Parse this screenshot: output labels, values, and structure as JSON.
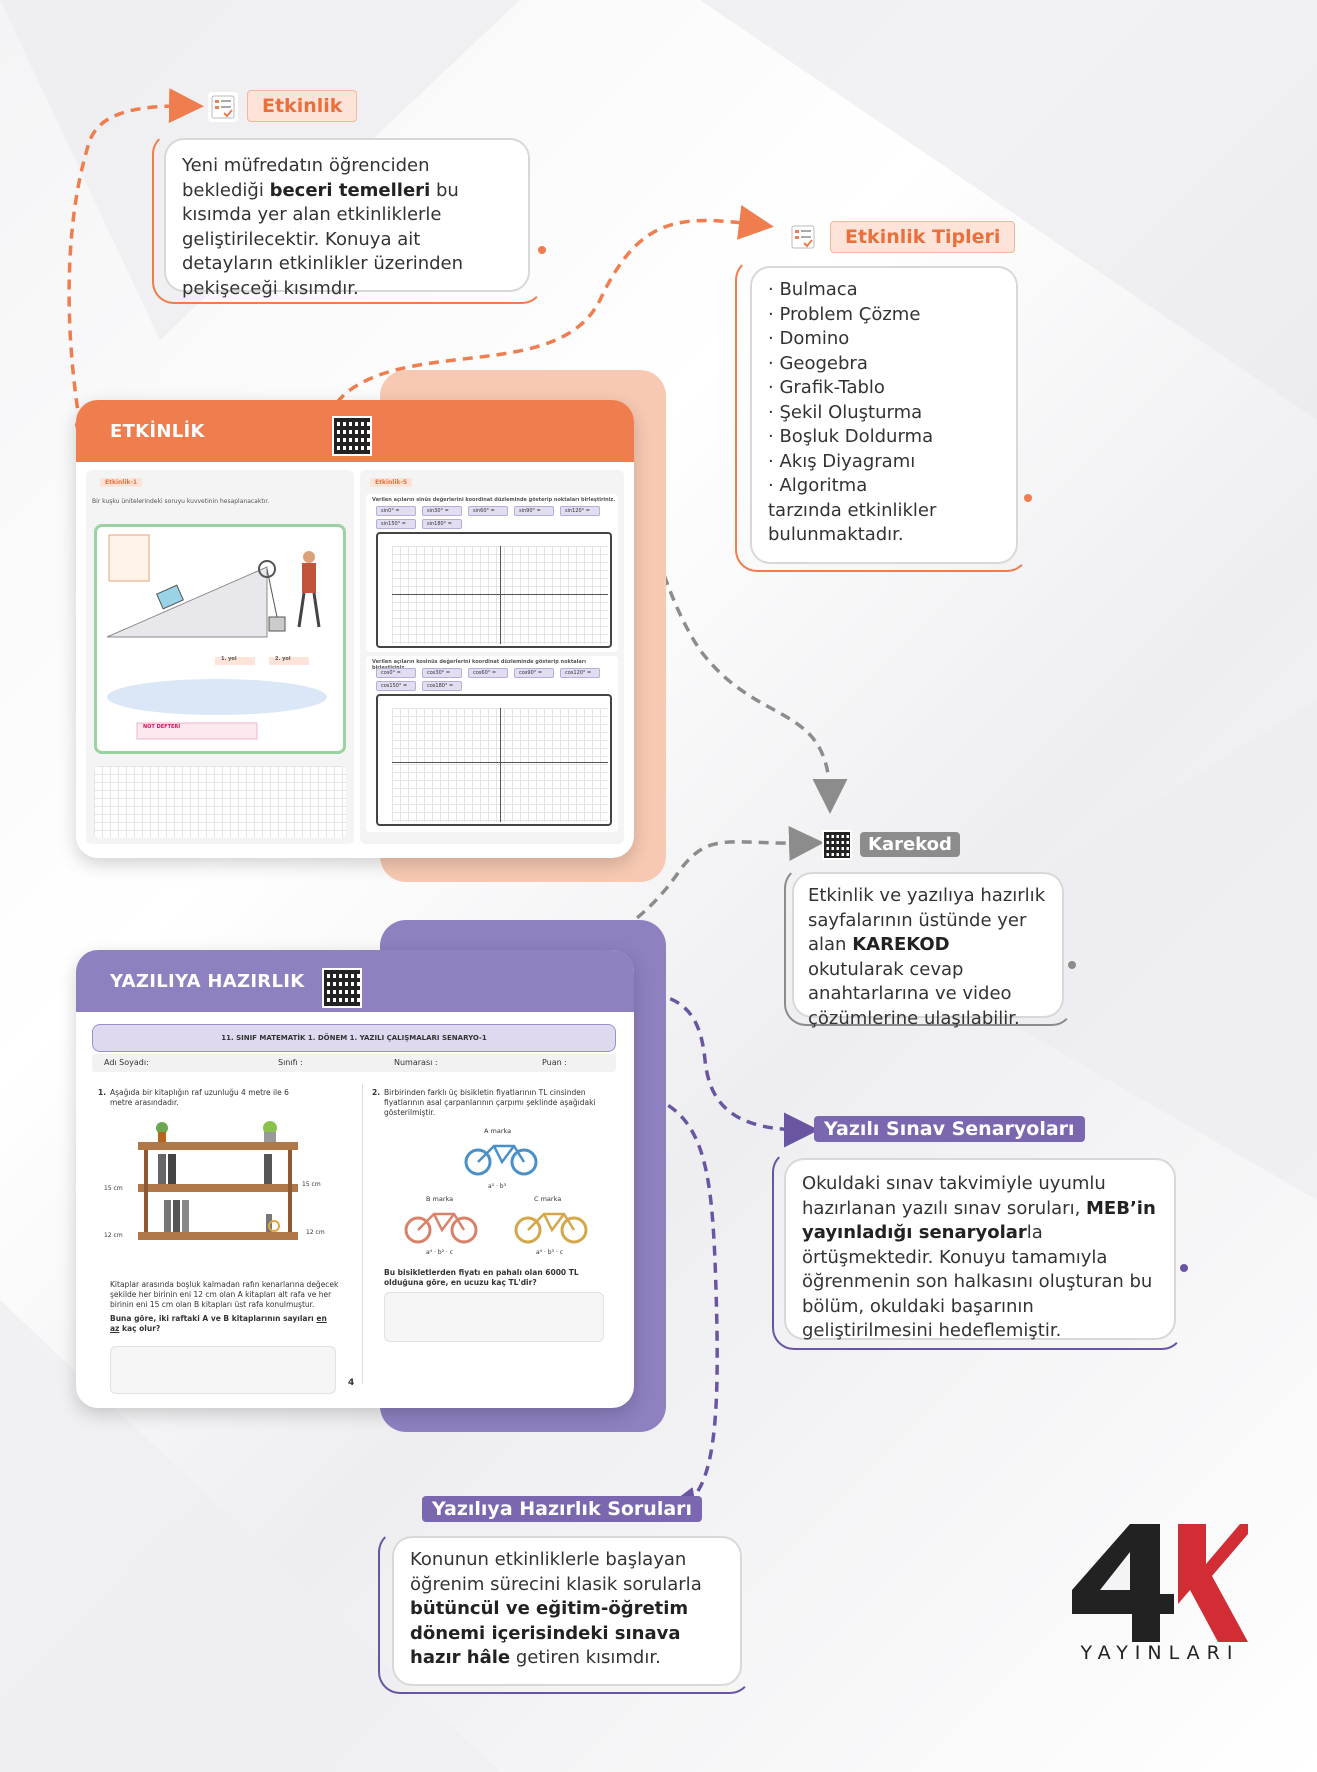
{
  "etkinlik_callout": {
    "tag": "Etkinlik",
    "text_parts": [
      {
        "t": "Yeni müfredatın öğrenciden beklediği "
      },
      {
        "t": "beceri temelleri",
        "b": true
      },
      {
        "t": " bu kısımda yer alan etkinliklerle geliştirilecektir. Konuya ait detayların etkinlikler üzerinden pekişeceği kısımdır."
      }
    ]
  },
  "etkinlik_tipleri_callout": {
    "tag": "Etkinlik Tipleri",
    "items": [
      "Bulmaca",
      "Problem Çözme",
      "Domino",
      "Geogebra",
      "Grafik-Tablo",
      "Şekil Oluşturma",
      "Boşluk Doldurma",
      "Akış Diyagramı",
      "Algoritma"
    ],
    "suffix": "tarzında etkinlikler bulunmaktadır."
  },
  "karekod_callout": {
    "tag": "Karekod",
    "text_parts": [
      {
        "t": "Etkinlik ve yazılıya hazırlık sayfalarının üstünde yer alan "
      },
      {
        "t": "KAREKOD",
        "b": true
      },
      {
        "t": " okutularak cevap anahtarlarına ve video çözümlerine ulaşılabilir."
      }
    ]
  },
  "yazili_senaryo_callout": {
    "tag": "Yazılı Sınav Senaryoları",
    "text_parts": [
      {
        "t": "Okuldaki sınav takvimiyle uyumlu hazırlanan yazılı sınav soruları, "
      },
      {
        "t": "MEB’in yayınladığı senaryolar",
        "b": true
      },
      {
        "t": "la örtüşmektedir. Konuyu tamamıyla öğrenmenin son halkasını oluşturan bu bölüm, okuldaki başarının geliştirilmesini hedeflemiştir."
      }
    ]
  },
  "yaziliya_sorular_callout": {
    "tag": "Yazılıya Hazırlık Soruları",
    "text_parts": [
      {
        "t": "Konunun etkinliklerle başlayan öğrenim sürecini klasik sorularla "
      },
      {
        "t": "bütüncül ve eğitim-öğretim dönemi içerisindeki sınava hazır hâle",
        "b": true
      },
      {
        "t": " getiren kısımdır."
      }
    ]
  },
  "etkinlik_page": {
    "header": "ETKİNLİK",
    "left_tag": "Etkinlik-1",
    "right_tag": "Etkinlik-5",
    "left_intro": "Bir kuşku ünitelerindeki soruyu kuvvetinin hesaplanacaktır.",
    "right_intro": "Verilen açıların sinüs değerlerini koordinat düzleminde gösterip noktaları birleştiriniz.",
    "right_intro2": "Verilen açıların kosinüs değerlerini koordinat düzleminde gösterip noktaları birleştiriniz.",
    "year_labels": [
      "1. yol",
      "2. yol"
    ],
    "note": "NOT DEFTERİ",
    "sin_labels": [
      "sin0° =",
      "sin30° =",
      "sin60° =",
      "sin90° =",
      "sin120° =",
      "sin150° =",
      "sin180° ="
    ],
    "cos_labels": [
      "cos0° =",
      "cos30° =",
      "cos60° =",
      "cos90° =",
      "cos120° =",
      "cos150° =",
      "cos180° ="
    ]
  },
  "yazili_page": {
    "header": "YAZILIYA HAZIRLIK",
    "title": "11. SINIF MATEMATİK 1. DÖNEM 1. YAZILI ÇALIŞMALARI SENARYO-1",
    "fields": [
      "Adı Soyadı:",
      "Sınıfı :",
      "Numarası :",
      "Puan :"
    ],
    "q1_num": "1.",
    "q1_text": "Aşağıda bir kitaplığın raf uzunluğu 4 metre ile 6 metre arasındadır.",
    "q1_labels": [
      "15 cm",
      "15 cm",
      "12 cm",
      "12 cm"
    ],
    "q1_body": "Kitaplar arasında boşluk kalmadan rafın kenarlarına değecek şekilde her birinin eni 12 cm olan A kitapları alt rafa ve her birinin eni 15 cm olan B kitapları üst rafa konulmuştur.",
    "q1_question_a": "Buna göre, iki raftaki A ve B kitaplarının sayıları ",
    "q1_question_u": "en az",
    "q1_question_b": " kaç olur?",
    "q2_num": "2.",
    "q2_text": "Birbirinden farklı üç bisikletin fiyatlarının TL cinsinden fiyatlarının asal çarpanlarının çarpımı şeklinde aşağıdaki gösterilmiştir.",
    "bikes": [
      "A marka",
      "B marka",
      "C marka"
    ],
    "bike_prices": [
      "a⁵ · b³",
      "a⁴ · b² · c",
      "a⁴ · b³ · c"
    ],
    "q2_question": "Bu bisikletlerden fiyatı en pahalı olan 6000 TL olduğuna göre, en ucuzu kaç TL'dir?",
    "page_num": "4"
  },
  "logo": {
    "mark": "4K",
    "sub": "YAYINLARI"
  },
  "colors": {
    "orange": "#ef7d4e",
    "gray": "#8c8c8c",
    "purple": "#7b67b0"
  }
}
